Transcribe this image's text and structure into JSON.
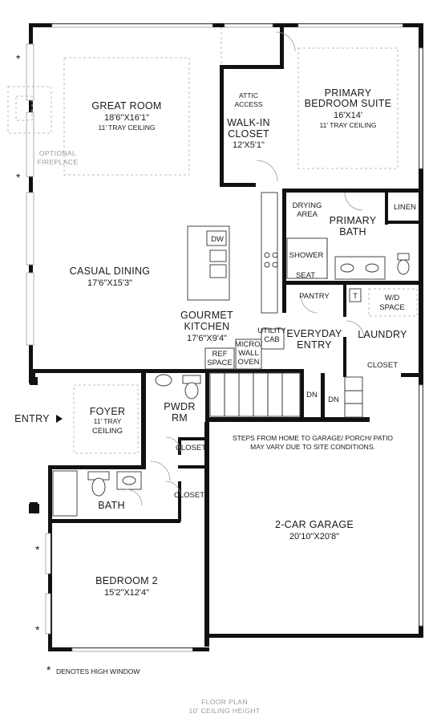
{
  "rooms": {
    "great_room": {
      "name": "GREAT ROOM",
      "dim": "18'6\"X16'1\"",
      "note": "11' TRAY CEILING"
    },
    "optional_fireplace": {
      "line1": "OPTIONAL",
      "line2": "FIREPLACE"
    },
    "casual_dining": {
      "name": "CASUAL DINING",
      "dim": "17'6\"X15'3\""
    },
    "attic_access": {
      "line1": "ATTIC",
      "line2": "ACCESS"
    },
    "walk_in_closet": {
      "line1": "WALK-IN",
      "line2": "CLOSET",
      "dim": "12'X5'1\""
    },
    "primary_bedroom": {
      "line1": "PRIMARY",
      "line2": "BEDROOM SUITE",
      "dim": "16'X14'",
      "note": "11' TRAY CEILING"
    },
    "drying_area": {
      "line1": "DRYING",
      "line2": "AREA"
    },
    "linen": "LINEN",
    "primary_bath": {
      "line1": "PRIMARY",
      "line2": "BATH"
    },
    "shower": "SHOWER",
    "seat": "SEAT",
    "dw": "DW",
    "pantry": "PANTRY",
    "t": "T",
    "wd_space": {
      "line1": "W/D",
      "line2": "SPACE"
    },
    "gourmet_kitchen": {
      "line1": "GOURMET",
      "line2": "KITCHEN",
      "dim": "17'6\"X9'4\""
    },
    "utility_cab": {
      "line1": "UTILITY",
      "line2": "CAB"
    },
    "everyday_entry": {
      "line1": "EVERYDAY",
      "line2": "ENTRY"
    },
    "laundry": "LAUNDRY",
    "ref_space": {
      "line1": "REF",
      "line2": "SPACE"
    },
    "micro_wall_oven": {
      "line1": "MICRO/",
      "line2": "WALL",
      "line3": "OVEN"
    },
    "closet_laundry": "CLOSET",
    "dn_1": "DN",
    "dn_2": "DN",
    "entry": "ENTRY",
    "foyer": {
      "name": "FOYER",
      "note1": "11' TRAY",
      "note2": "CEILING"
    },
    "pwdr_rm": {
      "line1": "PWDR",
      "line2": "RM"
    },
    "closet_1": "CLOSET",
    "closet_2": "CLOSET",
    "bath": "BATH",
    "garage": {
      "name": "2-CAR GARAGE",
      "dim": "20'10\"X20'8\""
    },
    "bedroom_2": {
      "name": "BEDROOM 2",
      "dim": "15'2\"X12'4\""
    }
  },
  "notes": {
    "steps_line1": "STEPS FROM HOME TO GARAGE/ PORCH/ PATIO",
    "steps_line2": "MAY VARY DUE TO SITE CONDITIONS.",
    "high_window_star": "*",
    "high_window": "DENOTES HIGH WINDOW",
    "star": "*"
  },
  "footer": {
    "title": "FLOOR PLAN",
    "subtitle": "10' CEILING HEIGHT"
  }
}
